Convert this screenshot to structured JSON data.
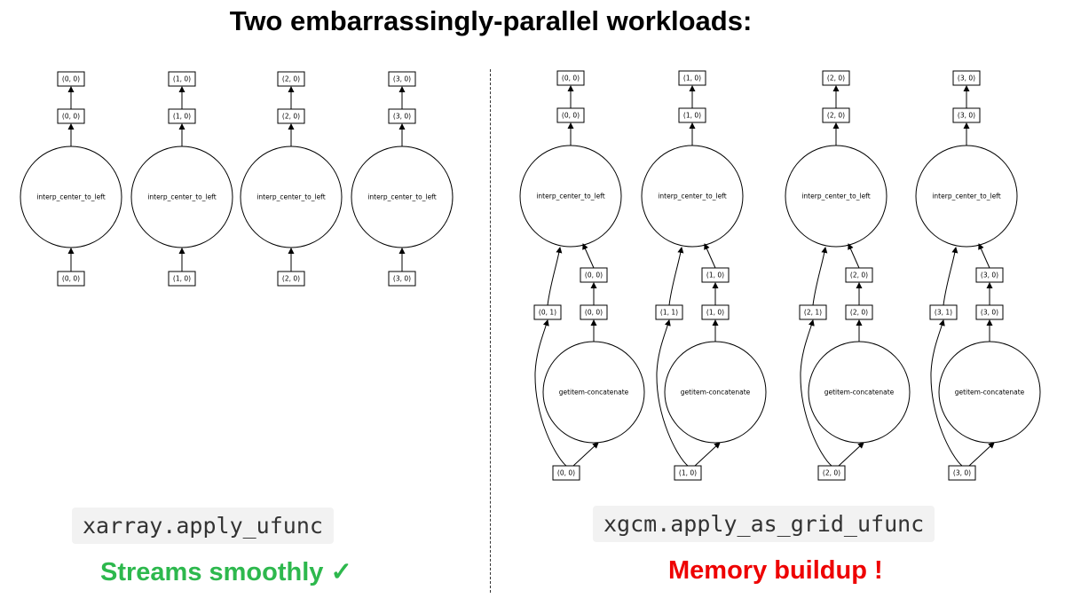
{
  "title": "Two embarrassingly-parallel workloads:",
  "colors": {
    "good": "#2db84d",
    "bad": "#ee0000",
    "code_bg": "#f2f2f2",
    "stroke": "#000000"
  },
  "left": {
    "label": "xarray.apply_ufunc",
    "status": "Streams smoothly ✓",
    "status_color": "#2db84d",
    "graphs": [
      {
        "output": "(0, 0)",
        "mid": "(0, 0)",
        "task": "interp_center_to_left",
        "input": "(0, 0)"
      },
      {
        "output": "(1, 0)",
        "mid": "(1, 0)",
        "task": "interp_center_to_left",
        "input": "(1, 0)"
      },
      {
        "output": "(2, 0)",
        "mid": "(2, 0)",
        "task": "interp_center_to_left",
        "input": "(2, 0)"
      },
      {
        "output": "(3, 0)",
        "mid": "(3, 0)",
        "task": "interp_center_to_left",
        "input": "(3, 0)"
      }
    ]
  },
  "right": {
    "label": "xgcm.apply_as_grid_ufunc",
    "status": "Memory buildup !",
    "status_color": "#ee0000",
    "graphs": [
      {
        "output": "(0, 0)",
        "mid": "(0, 0)",
        "task": "interp_center_to_left",
        "side_top": "(0, 0)",
        "left_in": "(0, 1)",
        "right_in": "(0, 0)",
        "concat": "getitem-concatenate",
        "source": "(0, 0)"
      },
      {
        "output": "(1, 0)",
        "mid": "(1, 0)",
        "task": "interp_center_to_left",
        "side_top": "(1, 0)",
        "left_in": "(1, 1)",
        "right_in": "(1, 0)",
        "concat": "getitem-concatenate",
        "source": "(1, 0)"
      },
      {
        "output": "(2, 0)",
        "mid": "(2, 0)",
        "task": "interp_center_to_left",
        "side_top": "(2, 0)",
        "left_in": "(2, 1)",
        "right_in": "(2, 0)",
        "concat": "getitem-concatenate",
        "source": "(2, 0)"
      },
      {
        "output": "(3, 0)",
        "mid": "(3, 0)",
        "task": "interp_center_to_left",
        "side_top": "(3, 0)",
        "left_in": "(3, 1)",
        "right_in": "(3, 0)",
        "concat": "getitem-concatenate",
        "source": "(3, 0)"
      }
    ]
  }
}
